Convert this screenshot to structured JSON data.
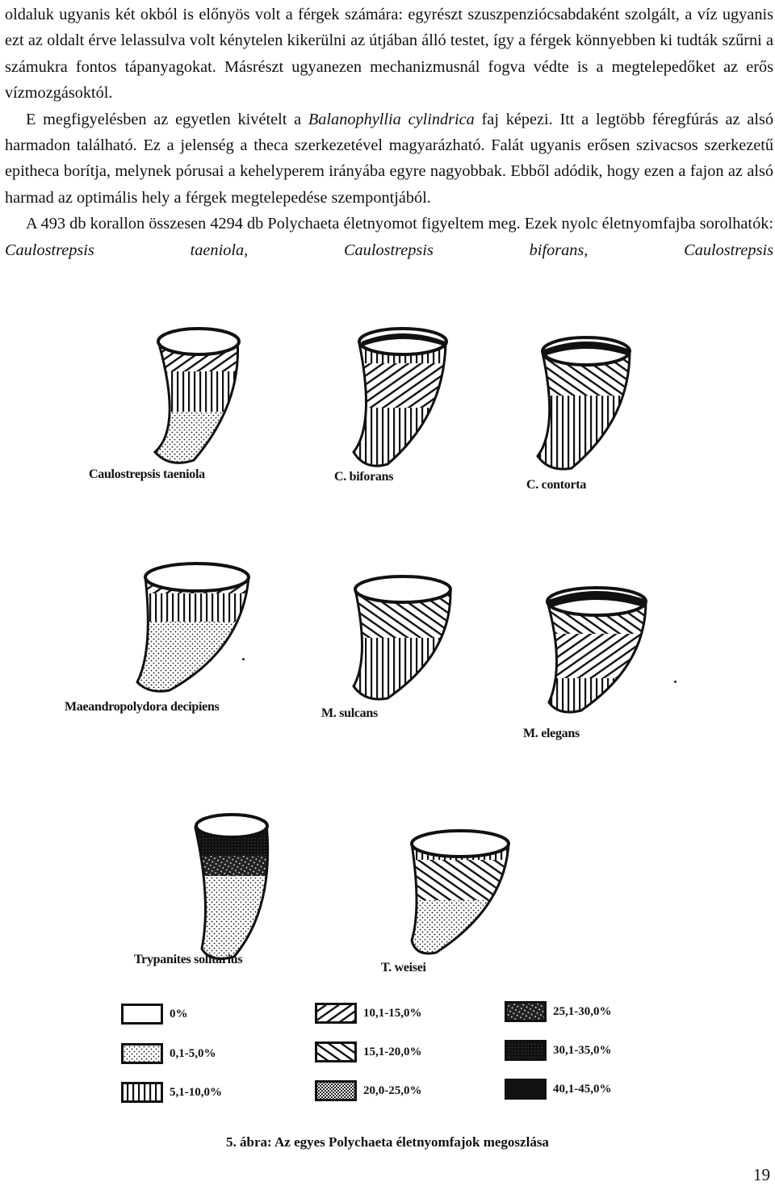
{
  "body_text": {
    "p1": "oldaluk ugyanis két okból is előnyös volt a férgek számára: egyrészt szuszpenziócsabdaként szolgált, a víz ugyanis ezt az oldalt érve lelassulva volt kénytelen kikerülni az útjában álló testet, így a férgek könnyebben ki tudták szűrni a számukra fontos tápanyagokat. Másrészt ugyanezen mechanizmusnál fogva védte is a megtelepedőket az erős vízmozgásoktól.",
    "p2_before": "E megfigyelésben az egyetlen kivételt a ",
    "p2_species": "Balanophyllia cylindrica",
    "p2_after": " faj képezi. Itt a legtöbb féregfúrás az alsó harmadon található. Ez a jelenség a theca szerkezetével magyarázható. Falát ugyanis erősen szivacsos szerkezetű epitheca borítja, melynek pórusai a kehelyperem irányába egyre nagyobbak. Ebből adódik, hogy ezen a fajon az alsó harmad az optimális hely a férgek megtelepedése szempontjából.",
    "p3_before": "A 493 db korallon összesen 4294 db Polychaeta életnyomot figyeltem meg. Ezek nyolc életnyomfajba sorolhatók: ",
    "p3_species": "Caulostrepsis taeniola, Caulostrepsis biforans, Caulostrepsis"
  },
  "figure": {
    "corals": [
      {
        "label": "Caulostrepsis taeniola"
      },
      {
        "label": "C. biforans"
      },
      {
        "label": "C. contorta"
      },
      {
        "label": "Maeandropolydora decipiens"
      },
      {
        "label": "M. sulcans"
      },
      {
        "label": "M. elegans"
      },
      {
        "label": "Trypanites solitarius"
      },
      {
        "label": "T. weisei"
      }
    ],
    "legend": [
      {
        "label": "0%",
        "pattern": "empty"
      },
      {
        "label": "0,1-5,0%",
        "pattern": "dots"
      },
      {
        "label": "5,1-10,0%",
        "pattern": "vertical"
      },
      {
        "label": "10,1-15,0%",
        "pattern": "diagonal"
      },
      {
        "label": "15,1-20,0%",
        "pattern": "backdiagonal"
      },
      {
        "label": "20,0-25,0%",
        "pattern": "densedots"
      },
      {
        "label": "25,1-30,0%",
        "pattern": "darkcross"
      },
      {
        "label": "30,1-35,0%",
        "pattern": "dark"
      },
      {
        "label": "40,1-45,0%",
        "pattern": "black"
      }
    ],
    "caption": "5. ábra: Az egyes Polychaeta életnyomfajok megoszlása"
  },
  "page_number": "19",
  "colors": {
    "ink": "#111111",
    "paper": "#ffffff"
  }
}
